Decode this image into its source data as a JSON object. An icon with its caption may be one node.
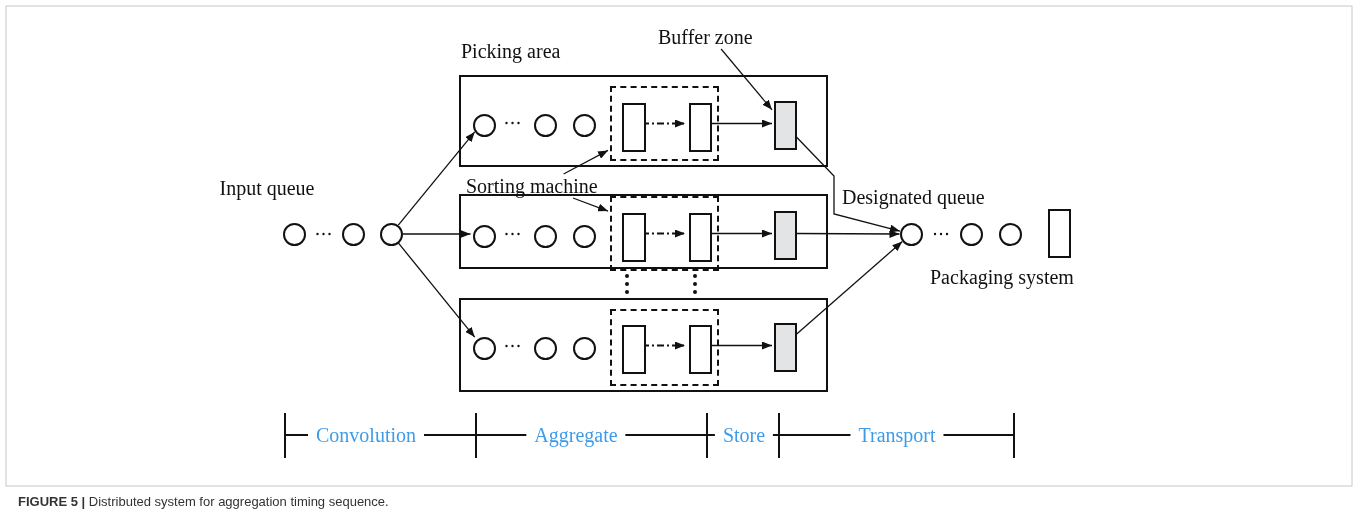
{
  "diagram": {
    "caption": "**FIGURE 5 |** Distributed system for aggregation timing sequence.",
    "nodes": [
      {
        "text": [],
        "shape": "circle"
      },
      {
        "text": [],
        "shape": "circle"
      },
      {
        "text": [],
        "shape": "circle"
      },
      {
        "text": [
          "Picking area"
        ]
      },
      {
        "text": [],
        "shape": "circle",
        "in": 3
      },
      {
        "text": [],
        "shape": "circle",
        "in": 3
      },
      {
        "text": [],
        "shape": "circle",
        "in": 3
      },
      {
        "text": [],
        "shape": "box",
        "in": 3
      },
      {
        "text": [],
        "shape": "box",
        "in": 7
      },
      {
        "text": [],
        "shape": "box",
        "in": 7
      },
      {
        "text": [],
        "shape": "box",
        "in": 3
      },
      {
        "text": [],
        "shape": "box"
      },
      {
        "text": [],
        "shape": "circle",
        "in": 11
      },
      {
        "text": [],
        "shape": "circle",
        "in": 11
      },
      {
        "text": [],
        "shape": "circle",
        "in": 11
      },
      {
        "text": [],
        "shape": "box",
        "in": 11
      },
      {
        "text": [],
        "shape": "box",
        "in": 15
      },
      {
        "text": [],
        "shape": "box",
        "in": 15
      },
      {
        "text": [],
        "shape": "box",
        "in": 11
      },
      {
        "text": [],
        "shape": "box"
      },
      {
        "text": [],
        "shape": "circle",
        "in": 19
      },
      {
        "text": [],
        "shape": "circle",
        "in": 19
      },
      {
        "text": [],
        "shape": "circle",
        "in": 19
      },
      {
        "text": [],
        "shape": "box",
        "in": 19
      },
      {
        "text": [],
        "shape": "box",
        "in": 23
      },
      {
        "text": [],
        "shape": "box",
        "in": 23
      },
      {
        "text": [],
        "shape": "box",
        "in": 19
      },
      {
        "text": [],
        "shape": "circle"
      },
      {
        "text": [],
        "shape": "circle"
      },
      {
        "text": [],
        "shape": "circle"
      },
      {
        "text": [],
        "shape": "box",
        "beside": [
          "Packaging system"
        ]
      },
      {
        "text": [
          "Sorting machine"
        ]
      },
      {
        "text": [
          "Buffer zone"
        ]
      }
    ],
    "edges": [
      {
        "from": 2,
        "to": 4,
        "arrow": "to"
      },
      {
        "from": 2,
        "to": 12,
        "arrow": "to"
      },
      {
        "from": 2,
        "to": 20,
        "arrow": "to"
      },
      {
        "from": 8,
        "to": 9,
        "arrow": "to",
        "style": "dashed"
      },
      {
        "from": 9,
        "to": 10,
        "arrow": "to"
      },
      {
        "from": 10,
        "to": 27,
        "arrow": "to"
      },
      {
        "from": 16,
        "to": 17,
        "arrow": "to",
        "style": "dashed"
      },
      {
        "from": 17,
        "to": 18,
        "arrow": "to"
      },
      {
        "from": 18,
        "to": 27,
        "arrow": "to"
      },
      {
        "from": 24,
        "to": 25,
        "arrow": "to",
        "style": "dashed"
      },
      {
        "from": 25,
        "to": 26,
        "arrow": "to"
      },
      {
        "from": 26,
        "to": 27,
        "arrow": "to"
      },
      {
        "from": 31,
        "to": 7,
        "arrow": "to"
      },
      {
        "from": 31,
        "to": 15,
        "arrow": "to"
      },
      {
        "from": 32,
        "to": 10,
        "arrow": "to"
      }
    ],
    "labels": [
      "Input queue",
      "Designated queue",
      "Convolution",
      "Aggregate",
      "Store",
      "Transport"
    ]
  }
}
